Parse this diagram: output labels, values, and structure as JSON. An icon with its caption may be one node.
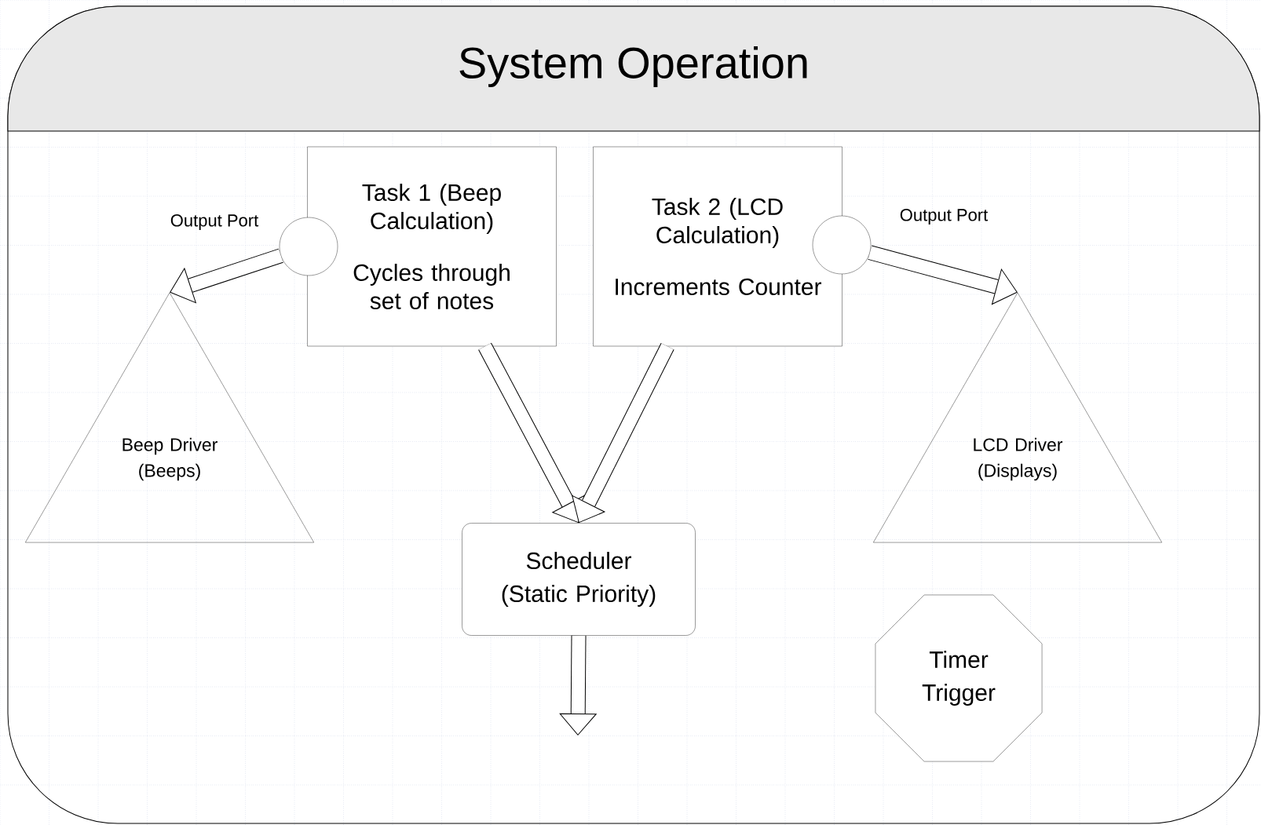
{
  "diagram": {
    "title": "System Operation",
    "nodes": [
      {
        "text": [
          "Task 1 (Beep Calculation)",
          "Cycles through set of notes"
        ]
      },
      {
        "text": [
          "Task 2 (LCD Calculation)",
          "Increments Counter"
        ]
      },
      {
        "text": [],
        "shape": "circle",
        "beside": [
          "Output Port"
        ]
      },
      {
        "text": [],
        "shape": "circle",
        "beside": [
          "Output Port"
        ]
      },
      {
        "text": [
          "Beep Driver (Beeps)"
        ]
      },
      {
        "text": [
          "LCD Driver (Displays)"
        ]
      },
      {
        "text": [
          "Scheduler (Static Priority)"
        ]
      },
      {
        "text": [
          "Timer Trigger"
        ]
      }
    ],
    "edges": [
      {
        "from": 2,
        "to": 4,
        "arrow": "to"
      },
      {
        "from": 3,
        "to": 5,
        "arrow": "to"
      },
      {
        "from": 0,
        "to": 6,
        "arrow": "to"
      },
      {
        "from": 1,
        "to": 6,
        "arrow": "to"
      },
      {
        "from": 6,
        "to": null,
        "arrow": "to"
      }
    ]
  }
}
